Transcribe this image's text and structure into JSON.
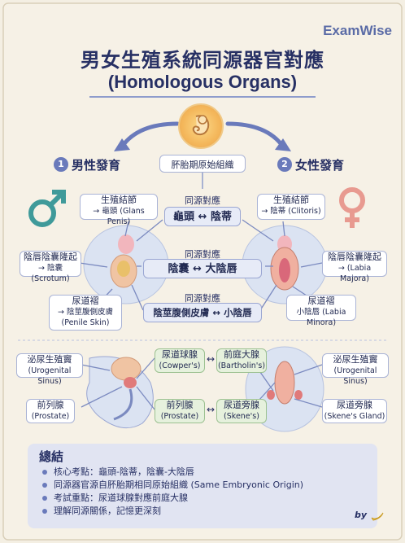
{
  "brand": "ExamWise",
  "title": {
    "zh": "男女生殖系統同源器官對應",
    "en": "(Homologous Organs)"
  },
  "origin": {
    "label": "肧胎期原始組織"
  },
  "male": {
    "index": "1",
    "heading": "男性發育"
  },
  "female": {
    "index": "2",
    "heading": "女性發育"
  },
  "pairs": [
    {
      "heading": "同源對應",
      "text": "龜頭 ↔ 陰蒂",
      "male": {
        "zh": "生殖結節",
        "en": "→ 龜頭 (Glans Penis)"
      },
      "female": {
        "zh": "生殖結節",
        "en": "→ 陰蒂 (Clitoris)"
      }
    },
    {
      "heading": "同源對應",
      "text": "陰囊 ↔ 大陰唇",
      "male": {
        "zh": "陰唇陰囊隆起",
        "en": "→ 陰囊 (Scrotum)"
      },
      "female": {
        "zh": "陰唇陰囊隆起",
        "en": "→ (Labia Majora)"
      }
    },
    {
      "heading": "同源對應",
      "text": "陰莖腹側皮膚 ↔ 小陰唇",
      "male": {
        "zh": "尿道褶",
        "en1": "→ 陰莖腹側皮膚",
        "en2": "(Penile Skin)"
      },
      "female": {
        "zh": "尿道褶",
        "en": "小陰唇 (Labia Minora)"
      }
    }
  ],
  "sinus": {
    "male": {
      "zh": "泌尿生殖竇",
      "en": "(Urogenital Sinus)"
    },
    "female": {
      "zh": "泌尿生殖竇",
      "en": "(Urogenital Sinus)"
    },
    "prostate": {
      "zh": "前列腺",
      "en": "(Prostate)"
    },
    "skenes_gland": {
      "zh": "尿道旁腺",
      "en": "(Skene's Gland)"
    },
    "pair1": {
      "left_zh": "尿道球腺",
      "left_en": "(Cowper's)",
      "right_zh": "前庭大腺",
      "right_en": "(Bartholin's)",
      "arrow": "↔"
    },
    "pair2": {
      "left_zh": "前列腺",
      "left_en": "(Prostate)",
      "right_zh": "尿道旁腺",
      "right_en": "(Skene's)",
      "arrow": "↔"
    }
  },
  "summary": {
    "title": "總結",
    "items": [
      "核心考點：龜頭-陰蒂，陰囊-大陰唇",
      "同源器官源自肧胎期相同原始組織 (Same Embryonic Origin)",
      "考試重點：尿道球腺對應前庭大腺",
      "理解同源關係，記憶更深刻"
    ]
  },
  "signature": "by",
  "colors": {
    "accent": "#6a7abb",
    "title": "#273064",
    "male_symbol": "#3f9a9a",
    "female_symbol": "#e89a90",
    "green_box": "#e6f1dd",
    "blue_box": "#e7ebf7"
  },
  "icons": [
    "embryo-icon",
    "male-symbol-icon",
    "female-symbol-icon",
    "banana-icon"
  ]
}
